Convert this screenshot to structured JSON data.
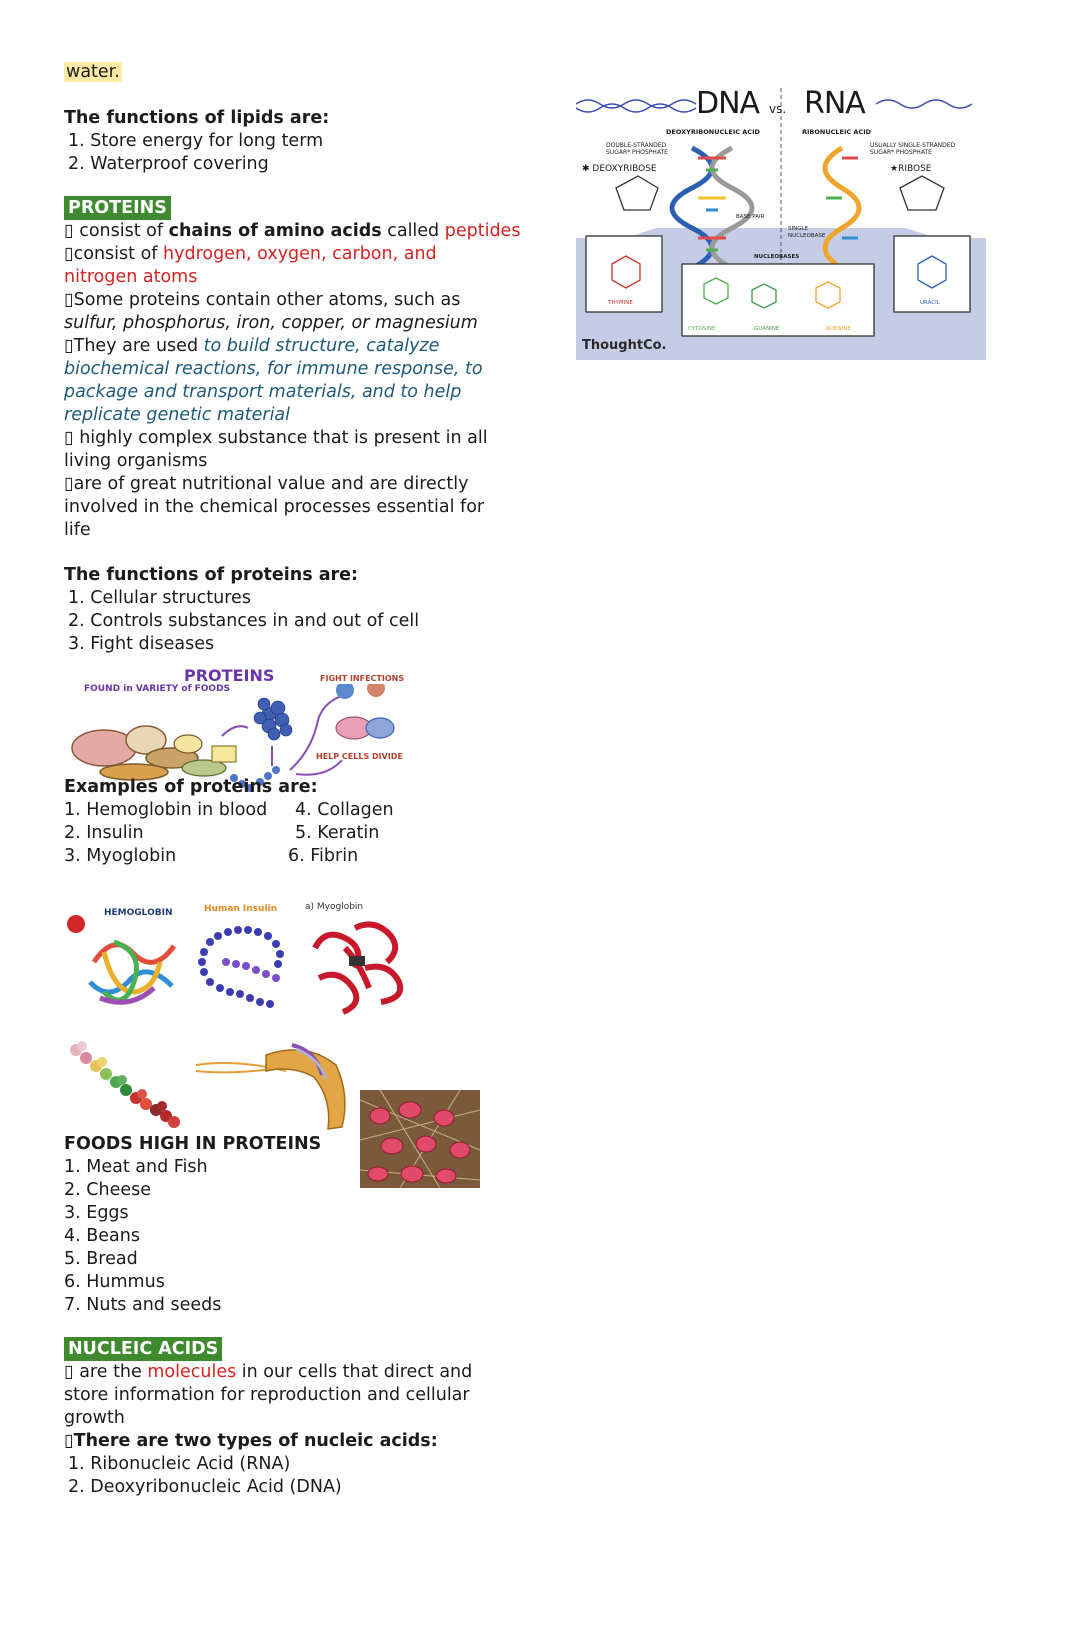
{
  "water": "water.",
  "lipids": {
    "heading": "The functions of lipids are:",
    "items": [
      "1. Store energy for long term",
      "2. Waterproof covering"
    ]
  },
  "proteins": {
    "tag": "PROTEINS",
    "bullet": "▯",
    "l1_pre": " consist of ",
    "l1_bold": "chains of amino acids",
    "l1_mid": " called ",
    "l1_red": "peptides",
    "l2_pre": "consist of ",
    "l2_red": "hydrogen, oxygen, carbon, and",
    "l3_red": "nitrogen atoms",
    "l4": "Some proteins contain other atoms, such as",
    "l5": "sulfur, phosphorus, iron, copper, or magnesium",
    "l6_pre": "They are used ",
    "l6_teal": "to build structure, catalyze",
    "l7": "biochemical reactions, for immune response, to",
    "l8": "package and transport materials, and to help",
    "l9": "replicate genetic material",
    "l10": " highly complex substance that is present in all",
    "l11": "living organisms",
    "l12": "are of great nutritional value and are directly",
    "l13": "involved in the chemical processes essential for",
    "l14": "life"
  },
  "protein_functions": {
    "heading": "The functions of proteins are:",
    "items": [
      "1. Cellular structures",
      "2. Controls substances in and out of cell",
      "3. Fight diseases"
    ]
  },
  "protein_figure": {
    "title": "PROTEINS",
    "found": "FOUND in VARIETY of FOODS",
    "fight": "FIGHT INFECTIONS",
    "help": "HELP CELLS DIVIDE"
  },
  "examples": {
    "heading": "Examples of proteins are:",
    "left": [
      "1. Hemoglobin in blood",
      "2. Insulin",
      "3. Myoglobin"
    ],
    "right": [
      "4. Collagen",
      "5. Keratin",
      "6. Fibrin"
    ]
  },
  "structure_labels": {
    "hemoglobin": "HEMOGLOBIN",
    "insulin": "Human Insulin",
    "myoglobin": "a) Myoglobin"
  },
  "foods": {
    "heading": "FOODS HIGH IN PROTEINS",
    "items": [
      "1. Meat and Fish",
      "2. Cheese",
      "3. Eggs",
      "4. Beans",
      "5. Bread",
      "6. Hummus",
      "7. Nuts and seeds"
    ]
  },
  "nucleic": {
    "tag": "NUCLEIC ACIDS",
    "l1_pre": " are the ",
    "l1_red": "molecules",
    "l1_post": " in our cells that direct and",
    "l2": "store information for reproduction and cellular",
    "l3": "growth",
    "l4": "There are two types of nucleic acids:",
    "items": [
      "1. Ribonucleic Acid (RNA)",
      "2. Deoxyribonucleic Acid (DNA)"
    ]
  },
  "dna_rna": {
    "dna": "DNA",
    "vs": "vs.",
    "rna": "RNA",
    "dna_full": "DEOXYRIBONUCLEIC ACID",
    "rna_full": "RIBONUCLEIC ACID",
    "double": "DOUBLE-STRANDED",
    "double2": "SUGAR* PHOSPHATE",
    "single": "USUALLY SINGLE-STRANDED",
    "single2": "SUGAR* PHOSPHATE",
    "deoxy": "✱ DEOXYRIBOSE",
    "ribose": "★RIBOSE",
    "base_pair": "BASE PAIR",
    "single_nuc": "SINGLE",
    "single_nuc2": "NUCLEOBASE",
    "nucleobases": "NUCLEOBASES",
    "thymine": "THYMINE",
    "cytosine": "CYTOSINE",
    "guanine": "GUANINE",
    "adenine": "ADENINE",
    "uracil": "URACIL",
    "brand": "ThoughtCo."
  }
}
